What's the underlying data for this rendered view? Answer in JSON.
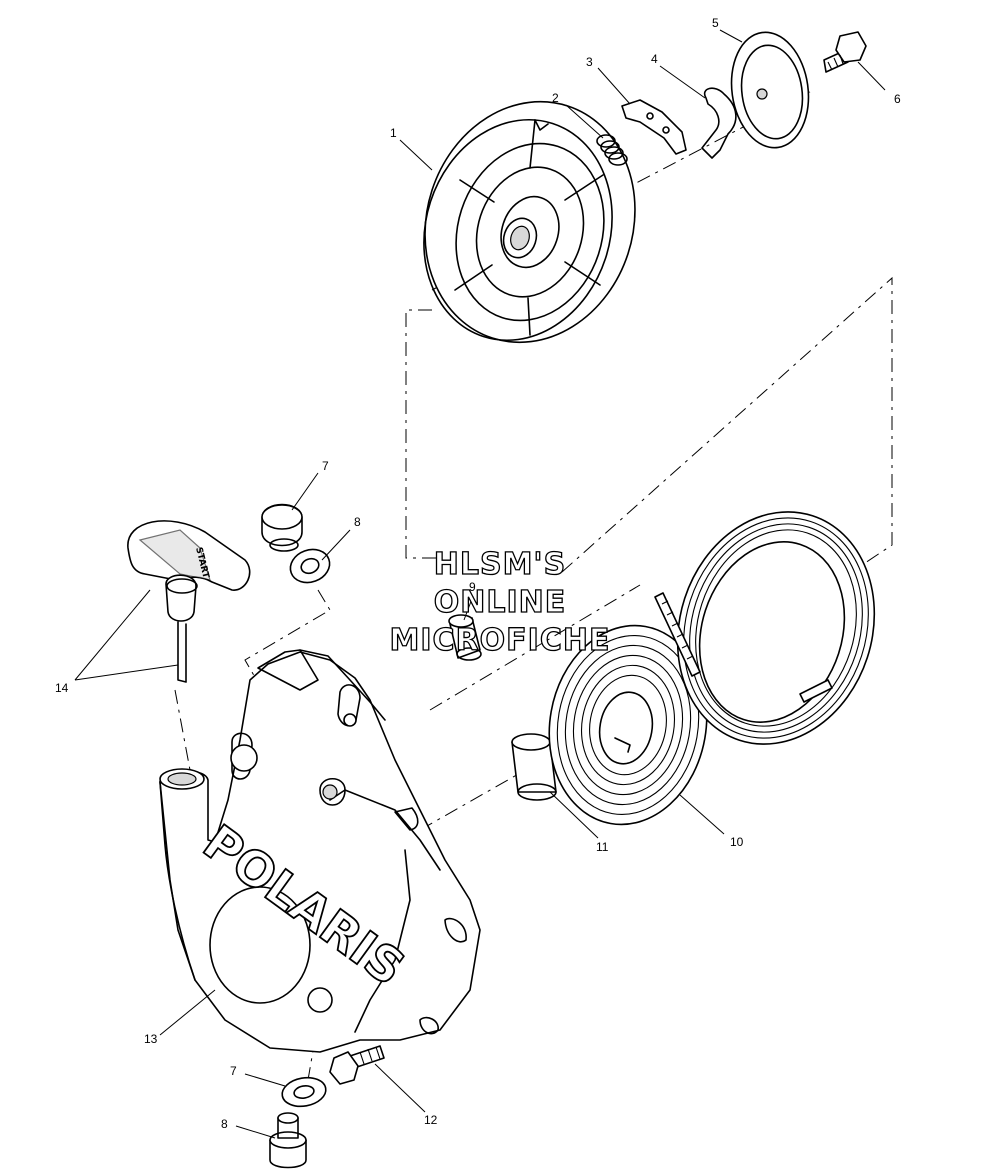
{
  "watermark": {
    "line1": "HLSM'S",
    "line2": "ONLINE",
    "line3": "MICROFICHE"
  },
  "logo": {
    "text": "POLARIS"
  },
  "handle": {
    "text": "START"
  },
  "callouts": [
    "1",
    "2",
    "3",
    "4",
    "5",
    "6",
    "7",
    "8",
    "9",
    "10",
    "11",
    "12",
    "13",
    "14",
    "7",
    "8"
  ]
}
